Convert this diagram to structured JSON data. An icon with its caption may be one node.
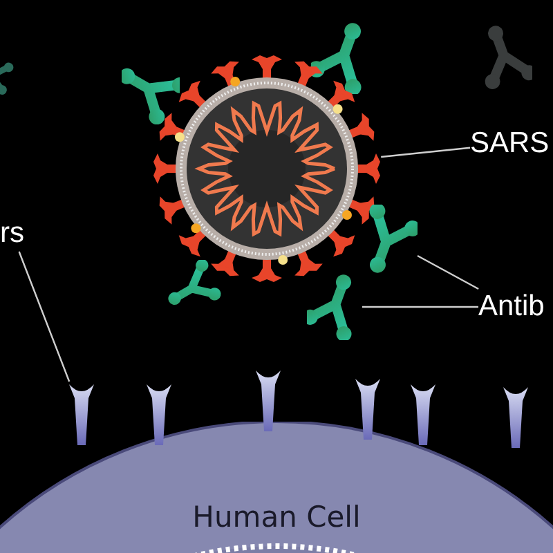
{
  "diagram": {
    "nodes": [
      {
        "text": [
          "rs"
        ]
      },
      {
        "text": [
          "SARS"
        ]
      },
      {
        "text": [
          "Antib"
        ]
      },
      {
        "text": [],
        "shape": "picture"
      },
      {
        "text": [],
        "shape": "picture"
      },
      {
        "text": [],
        "shape": "picture"
      },
      {
        "text": [],
        "shape": "picture"
      },
      {
        "text": [
          "Human Cell"
        ]
      }
    ],
    "edges": [
      {
        "from": 1,
        "to": 3,
        "arrow": "none"
      },
      {
        "from": 2,
        "to": 4,
        "arrow": "none"
      },
      {
        "from": 2,
        "to": 5,
        "arrow": "none"
      },
      {
        "from": 0,
        "to": 6,
        "arrow": "none"
      }
    ]
  }
}
